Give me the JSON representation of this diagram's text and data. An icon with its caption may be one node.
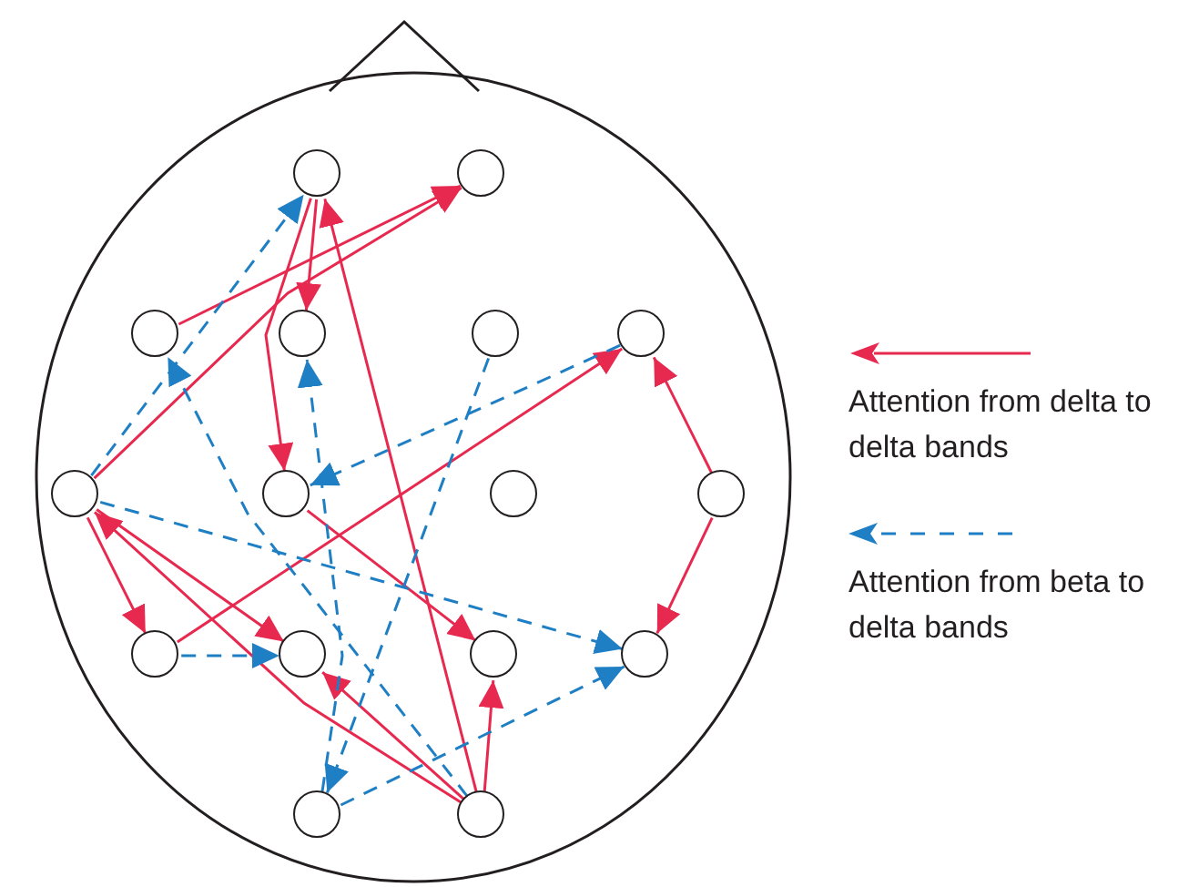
{
  "diagram": {
    "nodes": [
      {
        "text": [],
        "shape": "circle"
      },
      {
        "text": [],
        "shape": "circle"
      },
      {
        "text": [],
        "shape": "circle"
      },
      {
        "text": [],
        "shape": "circle"
      },
      {
        "text": [],
        "shape": "circle"
      },
      {
        "text": [],
        "shape": "circle"
      },
      {
        "text": [],
        "shape": "circle"
      },
      {
        "text": [],
        "shape": "circle"
      },
      {
        "text": [],
        "shape": "circle"
      },
      {
        "text": [],
        "shape": "circle"
      },
      {
        "text": [],
        "shape": "circle"
      },
      {
        "text": [],
        "shape": "circle"
      },
      {
        "text": [],
        "shape": "circle"
      },
      {
        "text": [],
        "shape": "circle"
      },
      {
        "text": [],
        "shape": "circle"
      },
      {
        "text": [],
        "shape": "circle"
      }
    ],
    "edges": [
      {
        "from": 2,
        "to": 1,
        "arrow": "to"
      },
      {
        "from": 6,
        "to": 1,
        "arrow": "to"
      },
      {
        "from": 0,
        "to": 7,
        "arrow": "to"
      },
      {
        "from": 15,
        "to": 0,
        "arrow": "to"
      },
      {
        "from": 0,
        "to": 3,
        "arrow": "to"
      },
      {
        "from": 10,
        "to": 5,
        "arrow": "to"
      },
      {
        "from": 9,
        "to": 5,
        "arrow": "to"
      },
      {
        "from": 9,
        "to": 13,
        "arrow": "to"
      },
      {
        "from": 6,
        "to": 10,
        "arrow": "to"
      },
      {
        "from": 6,
        "to": 11,
        "arrow": "to"
      },
      {
        "from": 15,
        "to": 6,
        "arrow": "to"
      },
      {
        "from": 15,
        "to": 11,
        "arrow": "to"
      },
      {
        "from": 15,
        "to": 12,
        "arrow": "to"
      },
      {
        "from": 7,
        "to": 12,
        "arrow": "to"
      },
      {
        "from": 6,
        "to": 0,
        "arrow": "to",
        "style": "dashed",
        "color": "#1f7fc4"
      },
      {
        "from": 15,
        "to": 2,
        "arrow": "to",
        "style": "dashed",
        "color": "#1f7fc4"
      },
      {
        "from": 14,
        "to": 3,
        "arrow": "to",
        "style": "dashed",
        "color": "#1f7fc4"
      },
      {
        "from": 5,
        "to": 7,
        "arrow": "to",
        "style": "dashed",
        "color": "#1f7fc4"
      },
      {
        "from": 4,
        "to": 14,
        "arrow": "to",
        "style": "dashed",
        "color": "#1f7fc4"
      },
      {
        "from": 6,
        "to": 13,
        "arrow": "to",
        "style": "dashed",
        "color": "#1f7fc4"
      },
      {
        "from": 10,
        "to": 11,
        "arrow": "to",
        "style": "dashed",
        "color": "#1f7fc4"
      },
      {
        "from": 14,
        "to": 13,
        "arrow": "to",
        "style": "dashed",
        "color": "#1f7fc4"
      }
    ],
    "legend": [
      {
        "text": "Attention from delta to delta bands"
      },
      {
        "text": "Attention from beta to delta bands"
      }
    ]
  }
}
